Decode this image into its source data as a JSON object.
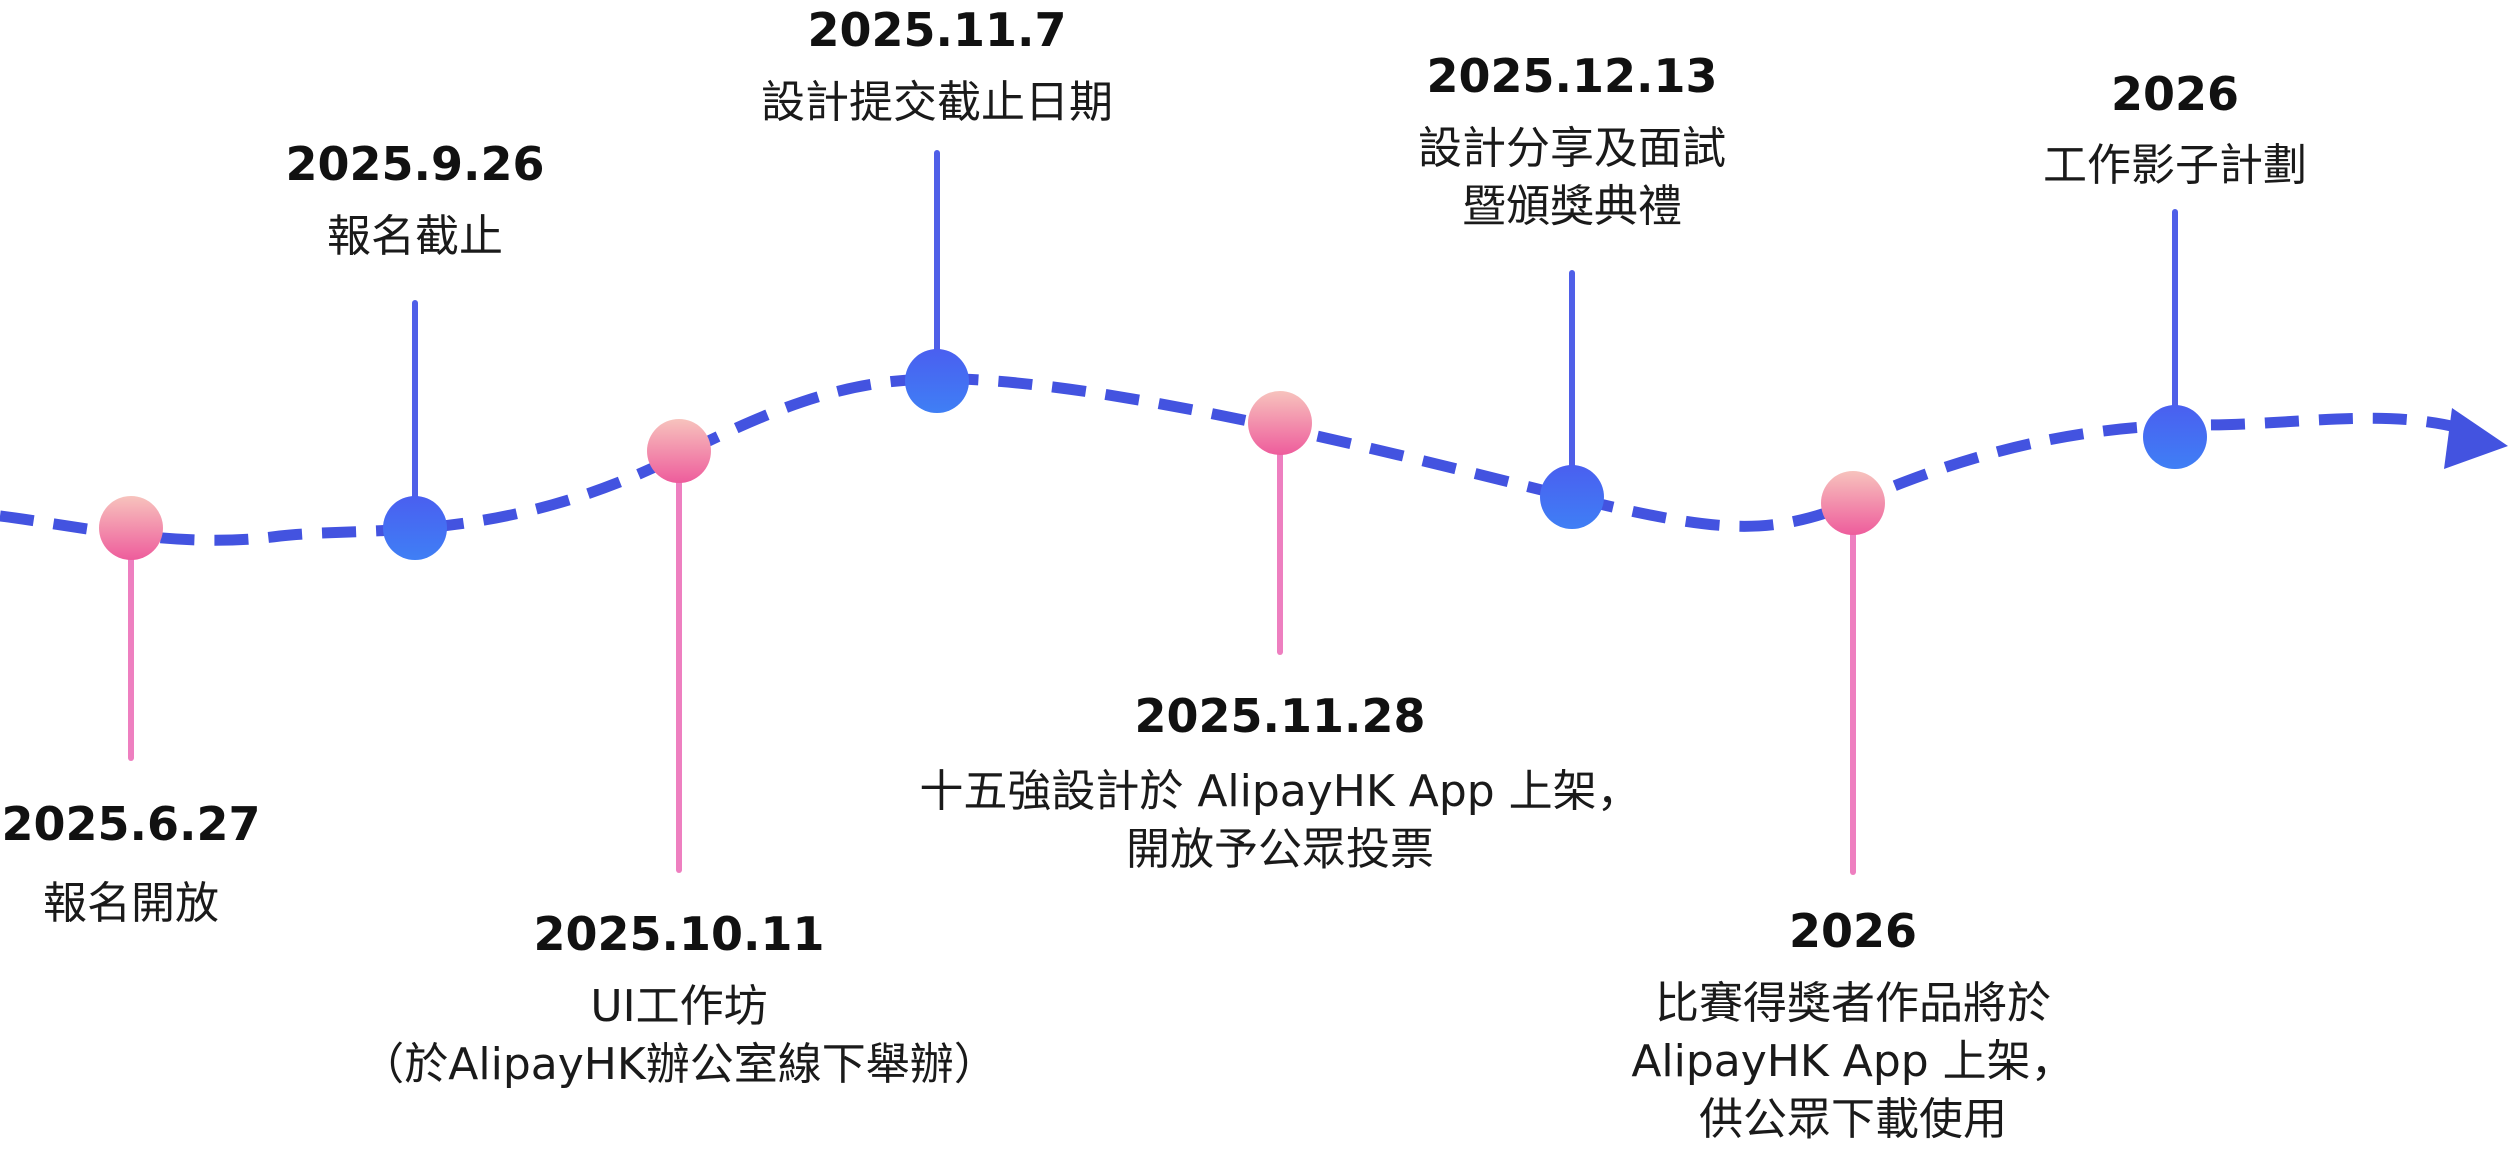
{
  "colors": {
    "path": "#4353e0",
    "blue_node_top": "#4a5ff0",
    "blue_node_bottom": "#3f7ff5",
    "pink_node_top": "#f7c3bd",
    "pink_node_bottom": "#ee5c9c",
    "blue_stem": "#4f5fe8",
    "pink_stem": "#ee7fc0",
    "text": "#111111"
  },
  "milestones": [
    {
      "date": "2025.6.27",
      "desc": [
        "報名開放"
      ],
      "node": "pink",
      "label_side": "below"
    },
    {
      "date": "2025.9.26",
      "desc": [
        "報名截止"
      ],
      "node": "blue",
      "label_side": "above"
    },
    {
      "date": "2025.10.11",
      "desc": [
        "UI工作坊",
        "（於AlipayHK辦公室線下舉辦）"
      ],
      "node": "pink",
      "label_side": "below"
    },
    {
      "date": "2025.11.7",
      "desc": [
        "設計提交截止日期"
      ],
      "node": "blue",
      "label_side": "above"
    },
    {
      "date": "2025.11.28",
      "desc": [
        "十五強設計於 AlipayHK App 上架，",
        "開放予公眾投票"
      ],
      "node": "pink",
      "label_side": "below"
    },
    {
      "date": "2025.12.13",
      "desc": [
        "設計分享及面試",
        "暨頒獎典禮"
      ],
      "node": "blue",
      "label_side": "above"
    },
    {
      "date": "2026",
      "desc": [
        "比賽得獎者作品將於",
        "AlipayHK App 上架，",
        "供公眾下載使用"
      ],
      "node": "pink",
      "label_side": "below"
    },
    {
      "date": "2026",
      "desc": [
        "工作影子計劃"
      ],
      "node": "blue",
      "label_side": "above"
    }
  ]
}
